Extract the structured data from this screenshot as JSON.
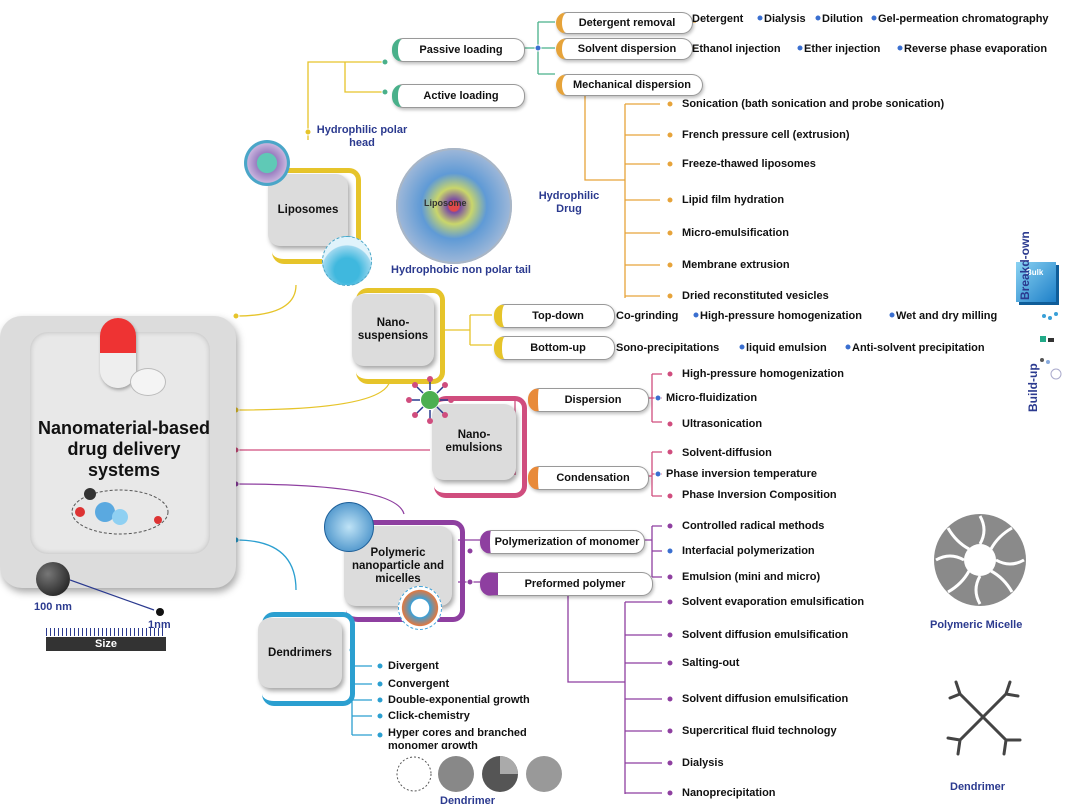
{
  "colors": {
    "liposome": "#e6c42a",
    "nano_susp": "#e6c42a",
    "nanoemulsion": "#d04d7e",
    "polymeric": "#8e3fa0",
    "dendrimer": "#2b9fd0",
    "passive": "#49b08a",
    "hub_bg": "#d9d9d9"
  },
  "center": {
    "title": "Nanomaterial-based drug delivery systems",
    "size_label": "Size",
    "big_size": "100 nm",
    "small_size": "1nm"
  },
  "liposomes": {
    "label": "Liposomes",
    "passive": "Passive loading",
    "active": "Active loading",
    "detergent_removal": "Detergent removal",
    "solvent_dispersion": "Solvent dispersion",
    "mechanical_dispersion": "Mechanical dispersion",
    "detergent_items": [
      "Detergent",
      "Dialysis",
      "Dilution",
      "Gel-permeation chromatography"
    ],
    "solvent_items": [
      "Ethanol injection",
      "Ether injection",
      "Reverse phase evaporation"
    ],
    "mechanical_items": [
      "Sonication (bath sonication and probe sonication)",
      "French pressure cell (extrusion)",
      "Freeze-thawed liposomes",
      "Lipid film hydration",
      "Micro-emulsification",
      "Membrane extrusion",
      "Dried reconstituted vesicles"
    ],
    "head_label": "Hydrophilic polar head",
    "drug_label": "Hydrophilic Drug",
    "tail_label": "Hydrophobic non polar tail",
    "core_label": "Liposome"
  },
  "nanosusp": {
    "label": "Nano-suspensions",
    "top_down": "Top-down",
    "bottom_up": "Bottom-up",
    "top_items": [
      "Co-grinding",
      "High-pressure homogenization",
      "Wet and dry milling"
    ],
    "bottom_items": [
      "Sono-precipitations",
      "liquid emulsion",
      "Anti-solvent precipitation"
    ],
    "bulk": "Bulk",
    "breakdown": "Breakd-own",
    "buildup": "Build-up"
  },
  "nanoemulsions": {
    "label": "Nano-emulsions",
    "dispersion": "Dispersion",
    "condensation": "Condensation",
    "dispersion_items": [
      "High-pressure homogenization",
      "Micro-fluidization",
      "Ultrasonication"
    ],
    "condensation_items": [
      "Solvent-diffusion",
      "Phase inversion temperature",
      "Phase Inversion Composition"
    ]
  },
  "polymeric": {
    "label": "Polymeric nanoparticle and micelles",
    "monomer": "Polymerization of monomer",
    "preformed": "Preformed polymer",
    "monomer_items": [
      "Controlled radical methods",
      "Interfacial polymerization",
      "Emulsion (mini and micro)"
    ],
    "preformed_items": [
      "Solvent evaporation emulsification",
      "Solvent diffusion emulsification",
      "Salting-out",
      "Solvent diffusion emulsification",
      "Supercritical fluid technology",
      "Dialysis",
      "Nanoprecipitation"
    ],
    "micelle_caption": "Polymeric Micelle",
    "dendrimer_caption": "Dendrimer"
  },
  "dendrimers": {
    "label": "Dendrimers",
    "items": [
      "Divergent",
      "Convergent",
      "Double-exponential growth",
      "Click-chemistry",
      "Hyper cores and branched monomer growth"
    ],
    "bottom_caption": "Dendrimer"
  }
}
